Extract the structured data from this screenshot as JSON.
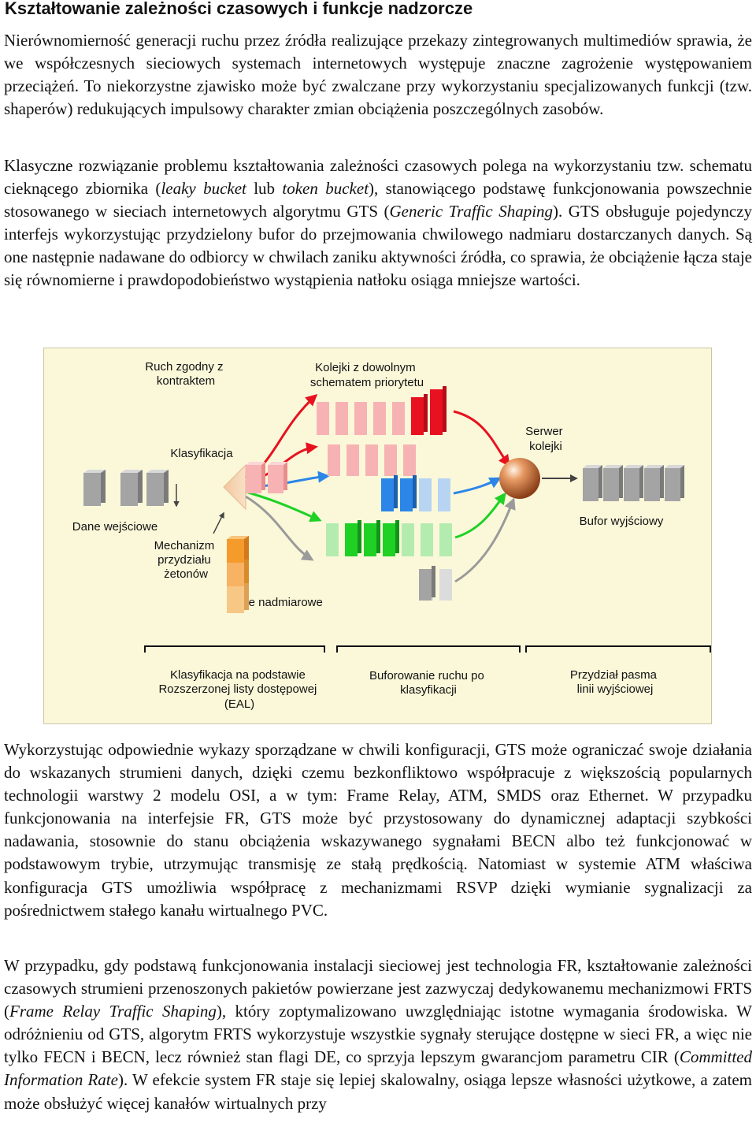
{
  "title": "Kształtowanie zależności czasowych i funkcje nadzorcze",
  "para1": "Nierównomierność generacji ruchu przez źródła realizujące przekazy zintegrowanych multimediów sprawia, że we współczesnych sieciowych systemach internetowych występuje znaczne zagrożenie występowaniem przeciążeń. To niekorzystne zjawisko może być zwalczane przy wykorzystaniu specjalizowanych funkcji (tzw. shaperów) redukujących impulsowy charakter zmian obciążenia poszczególnych zasobów.",
  "para2": {
    "a": "Klasyczne rozwiązanie problemu kształtowania zależności czasowych polega na wykorzystaniu tzw. schematu cieknącego zbiornika (",
    "i1": "leaky bucket",
    "b": " lub ",
    "i2": "token bucket",
    "c": "), stanowiącego podstawę funkcjonowania powszechnie stosowanego w sieciach internetowych algorytmu GTS (",
    "i3": "Generic Traffic Shaping",
    "d": "). GTS obsługuje pojedynczy interfejs wykorzystując przydzielony bufor do przejmowania chwilowego nadmiaru dostarczanych danych. Są one następnie nadawane do odbiorcy w chwilach zaniku aktywności źródła, co sprawia, że obciążenie łącza staje się równomierne i prawdopodobieństwo wystąpienia natłoku osiąga mniejsze wartości."
  },
  "figure": {
    "traffic_contract": [
      "Ruch zgodny z",
      "kontraktem"
    ],
    "queues_priority": [
      "Kolejki z dowolnym",
      "schematem priorytetu"
    ],
    "classification": "Klasyfikacja",
    "server": [
      "Serwer",
      "kolejki"
    ],
    "input_data": "Dane wejściowe",
    "output_buffer": "Bufor wyjściowy",
    "token_mechanism": [
      "Mechanizm",
      "przydziału",
      "żetonów"
    ],
    "excess_data": "Dane nadmiarowe",
    "stage1": [
      "Klasyfikacja na podstawie",
      "Rozszerzonej listy dostępowej",
      "(EAL)"
    ],
    "stage2": [
      "Buforowanie ruchu po",
      "klasyfikacji"
    ],
    "stage3": [
      "Przydział pasma",
      "linii wyjściowej"
    ],
    "colors": {
      "red": "#e8111f",
      "pink": "#f7b3b3",
      "blue": "#2b86e8",
      "lightblue": "#b7d4f2",
      "green": "#1fd125",
      "lightgreen": "#b4ecb0",
      "gray": "#a4a4a4",
      "orange": "#f49b2c",
      "sphere": "#c4622b"
    }
  },
  "para3": "Wykorzystując odpowiednie wykazy sporządzane w chwili konfiguracji, GTS może ograniczać swoje działania do wskazanych strumieni danych, dzięki czemu bezkonfliktowo współpracuje z większością popularnych technologii warstwy 2 modelu OSI, a w tym: Frame Relay, ATM, SMDS oraz Ethernet. W przypadku funkcjonowania na interfejsie FR, GTS może być przystosowany do dynamicznej adaptacji szybkości nadawania, stosownie do stanu obciążenia wskazywanego sygnałami BECN albo też funkcjonować w podstawowym trybie, utrzymując transmisję ze stałą prędkością. Natomiast w systemie ATM właściwa konfiguracja GTS umożliwia współpracę z mechanizmami RSVP dzięki wymianie sygnalizacji za pośrednictwem stałego kanału wirtualnego PVC.",
  "para4": {
    "a": "W przypadku, gdy podstawą funkcjonowania instalacji sieciowej jest technologia FR, kształtowanie zależności czasowych strumieni przenoszonych pakietów powierzane jest zazwyczaj dedykowanemu mechanizmowi FRTS (",
    "i1": "Frame Relay Traffic Shaping",
    "b": "), który zoptymalizowano uwzględniając istotne wymagania środowiska. W odróżnieniu od GTS, algorytm FRTS wykorzystuje wszystkie sygnały sterujące dostępne w sieci FR, a więc nie tylko FECN i BECN, lecz również stan flagi DE, co sprzyja lepszym gwarancjom parametru CIR (",
    "i2": "Committed Information Rate",
    "c": "). W efekcie system FR staje się lepiej skalowalny, osiąga lepsze własności użytkowe, a zatem może obsłużyć więcej kanałów wirtualnych przy"
  }
}
